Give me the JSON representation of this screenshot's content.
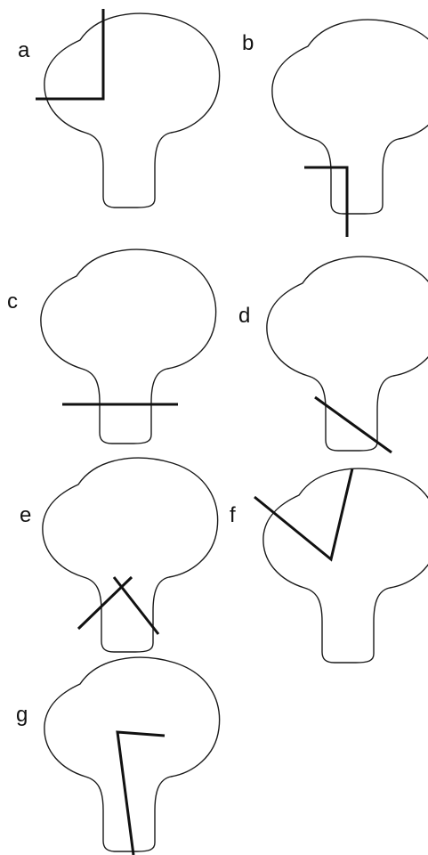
{
  "panels": [
    {
      "label": "a"
    },
    {
      "label": "b"
    },
    {
      "label": "c"
    },
    {
      "label": "d"
    },
    {
      "label": "e"
    },
    {
      "label": "f"
    },
    {
      "label": "g"
    }
  ],
  "colors": {
    "outline": "#1a1a1a",
    "cut_line": "#111111",
    "background": "#ffffff"
  }
}
